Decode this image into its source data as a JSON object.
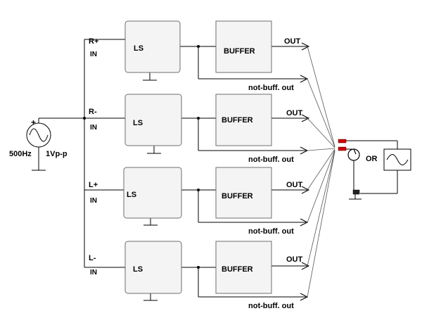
{
  "source": {
    "frequency": "500Hz",
    "amplitude": "1Vp-p",
    "polarity": "+"
  },
  "channels": [
    {
      "pin": "R+",
      "in": "IN",
      "ls": "LS",
      "buffer": "BUFFER",
      "out": "OUT",
      "not_buff": "not-buff. out"
    },
    {
      "pin": "R-",
      "in": "IN",
      "ls": "LS",
      "buffer": "BUFFER",
      "out": "OUT",
      "not_buff": "not-buff. out"
    },
    {
      "pin": "L+",
      "in": "IN",
      "ls": "LS",
      "buffer": "BUFFER",
      "out": "OUT",
      "not_buff": "not-buff. out"
    },
    {
      "pin": "L-",
      "in": "IN",
      "ls": "LS",
      "buffer": "BUFFER",
      "out": "OUT",
      "not_buff": "not-buff. out"
    }
  ],
  "scope": {
    "label": "OR"
  },
  "colors": {
    "line": "#000000",
    "box_border": "#6e6e6e",
    "box_fill": "#f4f4f4",
    "probe": "#cc0000",
    "pole": "#222222"
  }
}
